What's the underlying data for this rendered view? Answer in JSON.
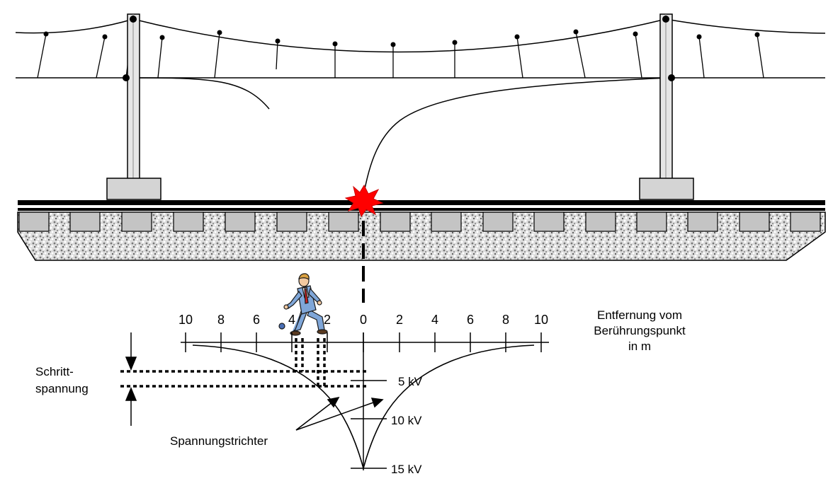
{
  "labels": {
    "distance_title": [
      "Entfernung vom",
      "Berührungspunkt",
      "in  m"
    ],
    "step_voltage": [
      "Schritt-",
      "spannung"
    ],
    "voltage_funnel": "Spannungstrichter"
  },
  "axis": {
    "tick_labels": [
      "10",
      "8",
      "6",
      "4",
      "2",
      "0",
      "2",
      "4",
      "6",
      "8",
      "10"
    ]
  },
  "voltage_levels": [
    "5 kV",
    "10 kV",
    "15 kV"
  ],
  "colors": {
    "spark": "#ff0000",
    "suit": "#7fa6d8",
    "ballast": "#d9d9d9",
    "sleeper": "#bfbfbf"
  }
}
